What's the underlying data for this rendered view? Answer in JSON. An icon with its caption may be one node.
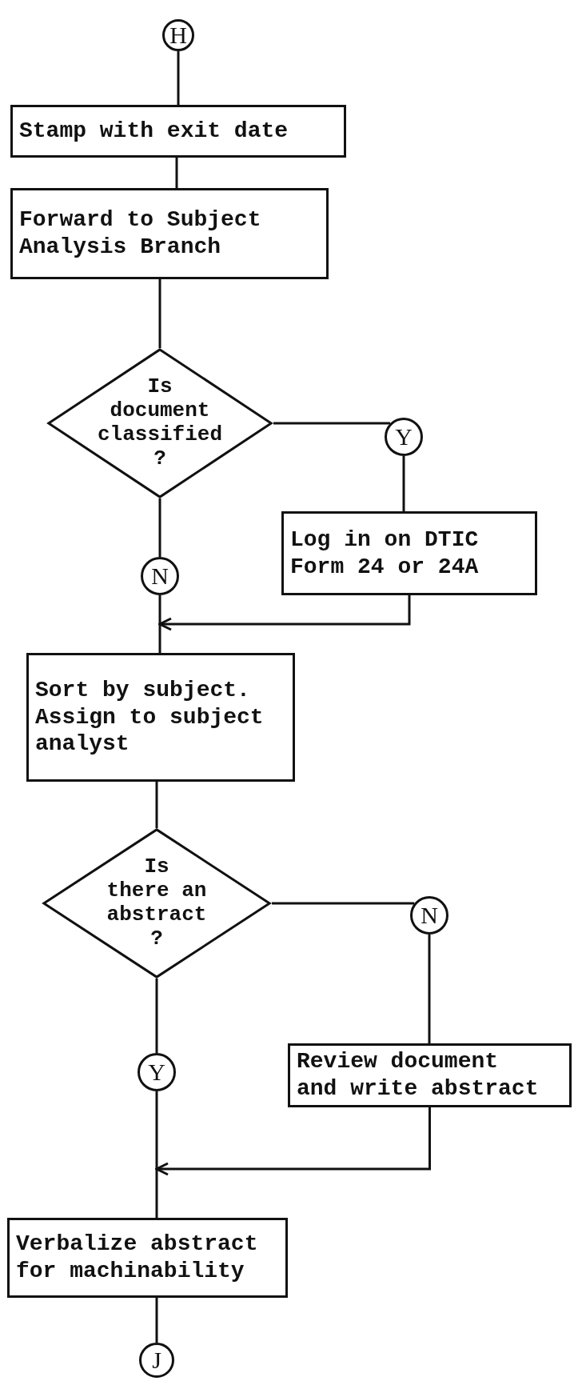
{
  "diagram": {
    "nodes": [
      {
        "text": [
          "H"
        ]
      },
      {
        "text": [
          "Stamp with exit date"
        ]
      },
      {
        "text": [
          "Forward to Subject Analysis Branch"
        ]
      },
      {
        "text": [
          "Is document classified ?"
        ]
      },
      {
        "text": [
          "Y"
        ]
      },
      {
        "text": [
          "Log in on DTIC Form 24 or 24A"
        ]
      },
      {
        "text": [
          "N"
        ]
      },
      {
        "text": [
          "Sort by subject. Assign to subject analyst"
        ]
      },
      {
        "text": [
          "Is there an abstract ?"
        ]
      },
      {
        "text": [
          "N"
        ]
      },
      {
        "text": [
          "Review document and write abstract"
        ]
      },
      {
        "text": [
          "Y"
        ]
      },
      {
        "text": [
          "Verbalize abstract for machinability"
        ]
      },
      {
        "text": [
          "J"
        ]
      }
    ],
    "edges": [
      {
        "from": 0,
        "to": 1,
        "arrow": "none"
      },
      {
        "from": 1,
        "to": 2,
        "arrow": "none"
      },
      {
        "from": 2,
        "to": 3,
        "arrow": "none"
      },
      {
        "from": 3,
        "to": 4,
        "arrow": "none"
      },
      {
        "from": 4,
        "to": 5,
        "arrow": "none"
      },
      {
        "from": 3,
        "to": 6,
        "arrow": "none"
      },
      {
        "from": 6,
        "to": 7,
        "arrow": "none"
      },
      {
        "from": 5,
        "to": 7,
        "arrow": "to"
      },
      {
        "from": 7,
        "to": 8,
        "arrow": "none"
      },
      {
        "from": 8,
        "to": 9,
        "arrow": "none"
      },
      {
        "from": 9,
        "to": 10,
        "arrow": "none"
      },
      {
        "from": 8,
        "to": 11,
        "arrow": "none"
      },
      {
        "from": 11,
        "to": 12,
        "arrow": "none"
      },
      {
        "from": 10,
        "to": 12,
        "arrow": "to"
      },
      {
        "from": 12,
        "to": 13,
        "arrow": "none"
      }
    ]
  }
}
